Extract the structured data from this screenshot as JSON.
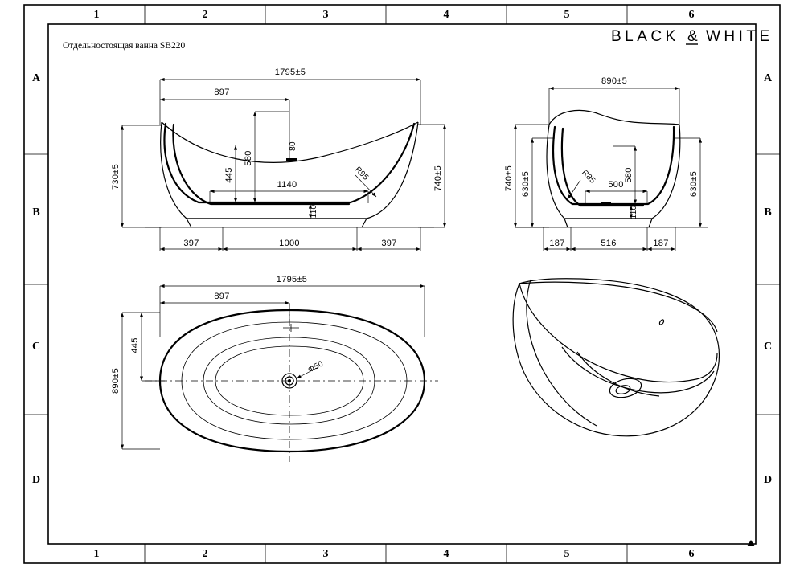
{
  "sheet": {
    "title": "Отдельностоящая ванна SB220",
    "brand_left": "BLACK",
    "brand_amp": "&",
    "brand_right": "WHITE",
    "zones_top": [
      "1",
      "2",
      "3",
      "4",
      "5",
      "6"
    ],
    "zones_bottom": [
      "1",
      "2",
      "3",
      "4",
      "5",
      "6"
    ],
    "zones_left": [
      "A",
      "B",
      "C",
      "D"
    ],
    "zones_right": [
      "A",
      "B",
      "C",
      "D"
    ]
  },
  "views": {
    "front": {
      "name": "front-elevation",
      "dims": {
        "overall_length": "1795±5",
        "drain_offset": "897",
        "height_left": "730±5",
        "height_right": "740±5",
        "rim_height": "580",
        "inner_depth": "445",
        "inner_length": "1140",
        "overflow": "80",
        "floor_thickness": "110",
        "radius": "R95",
        "base_left": "397",
        "base_center": "1000",
        "base_right": "397"
      }
    },
    "side": {
      "name": "side-elevation",
      "dims": {
        "overall_width": "890±5",
        "height_left": "740±5",
        "rim_left": "630±5",
        "rim_right": "630±5",
        "inner_height": "580",
        "inner_width": "500",
        "floor_thickness": "110",
        "radius": "R85",
        "base_left": "187",
        "base_center": "516",
        "base_right": "187"
      }
    },
    "plan": {
      "name": "top-plan-view",
      "dims": {
        "overall_length": "1795±5",
        "drain_offset": "897",
        "overall_width": "890±5",
        "drain_to_edge": "445",
        "drain_diameter": "Φ50"
      }
    },
    "iso": {
      "name": "isometric-view"
    }
  }
}
